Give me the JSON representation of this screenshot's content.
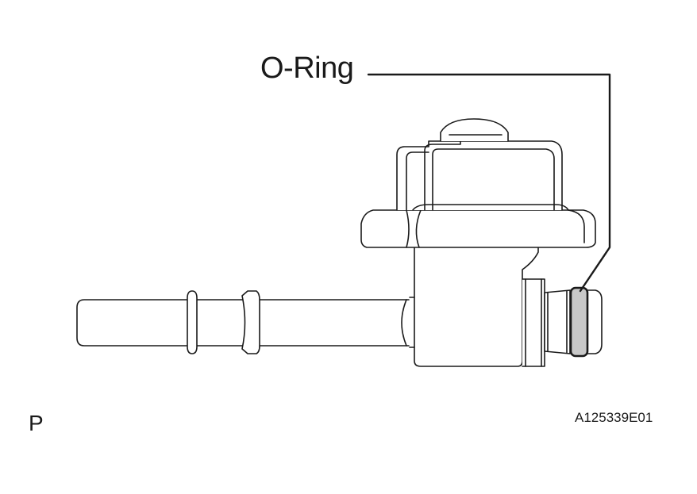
{
  "callout": {
    "label": "O-Ring"
  },
  "footer": {
    "corner_mark": "P",
    "figure_id": "A125339E01"
  },
  "colors": {
    "line": "#1a1a1a",
    "oring_fill": "#c8c8c8",
    "background": "#ffffff"
  }
}
